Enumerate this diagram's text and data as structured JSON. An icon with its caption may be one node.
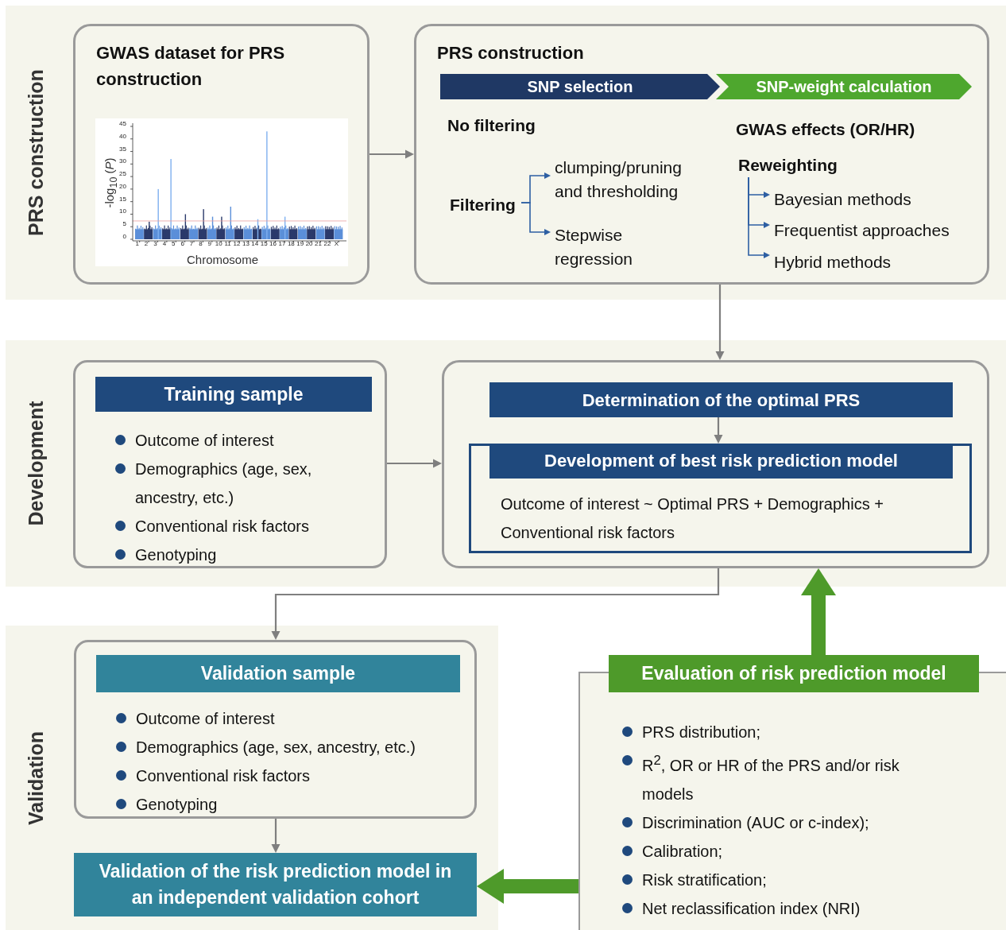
{
  "diagram": {
    "nodes": [
      {
        "text": [
          "PRS construction"
        ]
      },
      {
        "text": [
          "GWAS dataset for PRS construction"
        ],
        "in": 0
      },
      {
        "text": [
          "-log$_{10}$ (*P*)",
          "Chromosome"
        ],
        "in": 1
      },
      {
        "text": [
          "PRS construction"
        ],
        "in": 0
      },
      {
        "text": [
          "SNP selection"
        ],
        "in": 3
      },
      {
        "text": [
          "SNP-weight calculation"
        ],
        "in": 3
      },
      {
        "text": [
          "Filtering"
        ],
        "in": 3
      },
      {
        "text": [
          "clumping/pruning and thresholding"
        ],
        "in": 3
      },
      {
        "text": [
          "Stepwise regression"
        ],
        "in": 3
      },
      {
        "text": [
          "Reweighting"
        ],
        "in": 3
      },
      {
        "text": [
          "Bayesian methods"
        ],
        "in": 3
      },
      {
        "text": [
          "Frequentist approaches"
        ],
        "in": 3
      },
      {
        "text": [
          "Hybrid methods"
        ],
        "in": 3
      },
      {
        "text": [
          "Development"
        ]
      },
      {
        "text": [
          "Training sample",
          "Outcome of interest",
          "Demographics (age, sex, ancestry, etc.)",
          "Conventional risk factors",
          "Genotyping"
        ],
        "in": 13
      },
      {
        "text": [],
        "shape": "box",
        "in": 13
      },
      {
        "text": [
          "Determination of the optimal PRS"
        ],
        "in": 15
      },
      {
        "text": [
          "Development of best risk prediction model",
          "Outcome of interest ~ Optimal PRS + Demographics + Conventional risk factors"
        ],
        "in": 15
      },
      {
        "text": [
          "Validation"
        ]
      },
      {
        "text": [
          "Validation sample",
          "Outcome of interest",
          "Demographics (age, sex, ancestry, etc.)",
          "Conventional risk factors",
          "Genotyping"
        ],
        "in": 18
      },
      {
        "text": [
          "Validation of the risk prediction model in an independent validation cohort"
        ],
        "in": 18
      },
      {
        "text": [
          "Evaluation of risk prediction model",
          "PRS distribution;",
          "R$^{2}$, OR or HR of the PRS and/or risk models",
          "Discrimination (AUC or c-index);",
          "Calibration;",
          "Risk stratification;",
          "Net reclassification index (NRI)"
        ]
      }
    ],
    "edges": [
      {
        "from": 1,
        "to": 3,
        "arrow": "to"
      },
      {
        "from": 6,
        "to": 7,
        "arrow": "to",
        "color": "#2e5fa3"
      },
      {
        "from": 6,
        "to": 8,
        "arrow": "to",
        "color": "#2e5fa3"
      },
      {
        "from": 9,
        "to": 10,
        "arrow": "to",
        "color": "#2e5fa3"
      },
      {
        "from": 9,
        "to": 11,
        "arrow": "to",
        "color": "#2e5fa3"
      },
      {
        "from": 9,
        "to": 12,
        "arrow": "to",
        "color": "#2e5fa3"
      },
      {
        "from": 3,
        "to": 15,
        "arrow": "to"
      },
      {
        "from": 14,
        "to": 15,
        "arrow": "to"
      },
      {
        "from": 16,
        "to": 17,
        "arrow": "to"
      },
      {
        "from": 15,
        "to": 19,
        "arrow": "to"
      },
      {
        "from": 19,
        "to": 20,
        "arrow": "to"
      },
      {
        "from": 21,
        "to": 15,
        "arrow": "to",
        "style": "thick",
        "color": "#4e9a2a"
      },
      {
        "from": 21,
        "to": 20,
        "arrow": "to",
        "style": "thick",
        "color": "#4e9a2a"
      }
    ],
    "labels": [
      "0",
      "5",
      "10",
      "15",
      "20",
      "25",
      "30",
      "35",
      "40",
      "45",
      "1",
      "2",
      "3",
      "4",
      "5",
      "6",
      "7",
      "8",
      "9",
      "10",
      "11",
      "12",
      "13",
      "14",
      "15",
      "16",
      "17",
      "18",
      "19",
      "20",
      "21",
      "22",
      "X",
      "No filtering",
      "GWAS effects (OR/HR)"
    ]
  }
}
